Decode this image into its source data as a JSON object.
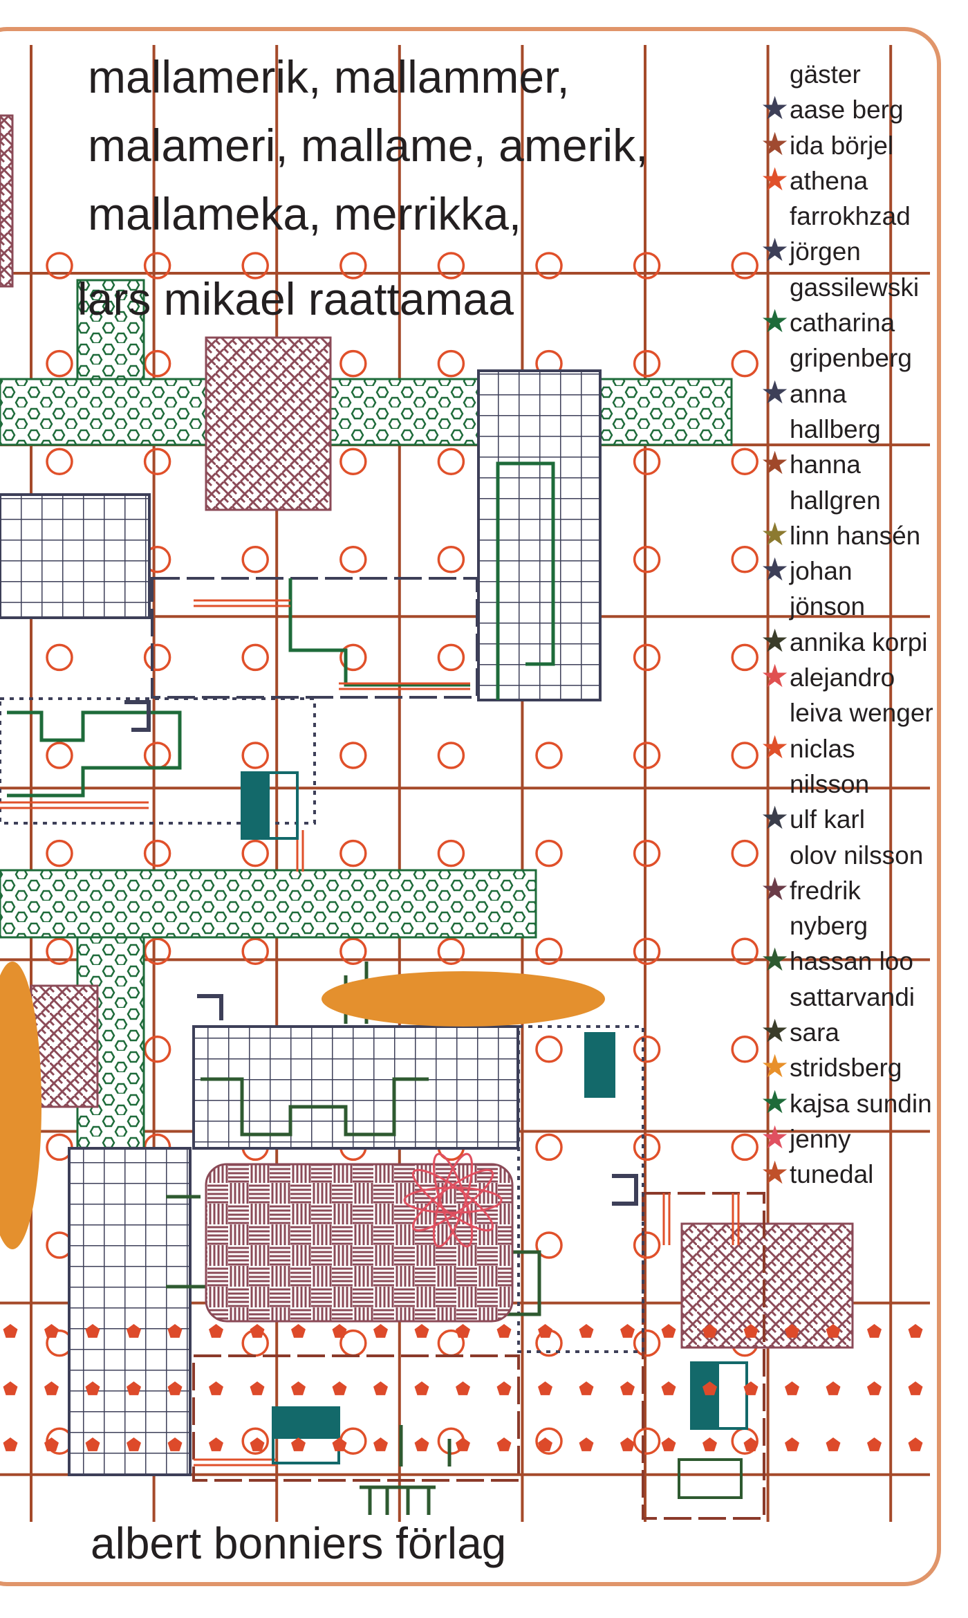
{
  "title_lines": [
    "mallamerik, mallammer,",
    "malameri, mallame, amerik,",
    "mallameka, merrikka,"
  ],
  "author": "lars mikael raattamaa",
  "publisher": "albert bonniers förlag",
  "guests_heading": "gäster",
  "guest_lines": [
    {
      "text": "aase berg",
      "star": "#3d3f58"
    },
    {
      "text": "ida börjel",
      "star": "#a04a30"
    },
    {
      "text": "athena",
      "star": "#e0502a"
    },
    {
      "text": "farrokhzad",
      "star": null
    },
    {
      "text": "jörgen",
      "star": "#3d3f58"
    },
    {
      "text": "gassilewski",
      "star": null
    },
    {
      "text": "catharina",
      "star": "#1e6b3a"
    },
    {
      "text": "gripenberg",
      "star": null
    },
    {
      "text": "anna",
      "star": "#3d3f58"
    },
    {
      "text": "hallberg",
      "star": null
    },
    {
      "text": "hanna",
      "star": "#a0482a"
    },
    {
      "text": "hallgren",
      "star": null
    },
    {
      "text": "linn hansén",
      "star": "#8c7a30"
    },
    {
      "text": "johan",
      "star": "#3d3f58"
    },
    {
      "text": "jönson",
      "star": null
    },
    {
      "text": "annika korpi",
      "star": "#3a3d2a"
    },
    {
      "text": "alejandro",
      "star": "#e05050"
    },
    {
      "text": "leiva wenger",
      "star": null
    },
    {
      "text": "niclas",
      "star": "#e0502a"
    },
    {
      "text": "nilsson",
      "star": null
    },
    {
      "text": "ulf karl",
      "star": "#3a3d4a"
    },
    {
      "text": "olov nilsson",
      "star": null
    },
    {
      "text": "fredrik",
      "star": "#6b3c48"
    },
    {
      "text": "nyberg",
      "star": null
    },
    {
      "text": "hassan loo",
      "star": "#2e5a30"
    },
    {
      "text": "sattarvandi",
      "star": null
    },
    {
      "text": "sara",
      "star": "#3a3d2a"
    },
    {
      "text": "stridsberg",
      "star": "#e8902a"
    },
    {
      "text": "kajsa sundin",
      "star": "#1e6b3a"
    },
    {
      "text": "jenny",
      "star": "#e05060"
    },
    {
      "text": "tunedal",
      "star": "#c0502a"
    }
  ],
  "colors": {
    "grid": "#a54a2a",
    "circle": "#e0502a",
    "border": "#e0956a",
    "green": "#1e6b3a",
    "navy": "#3d3f58",
    "weave": "#8b4a57",
    "orange": "#e4902e",
    "teal": "#13696a"
  }
}
